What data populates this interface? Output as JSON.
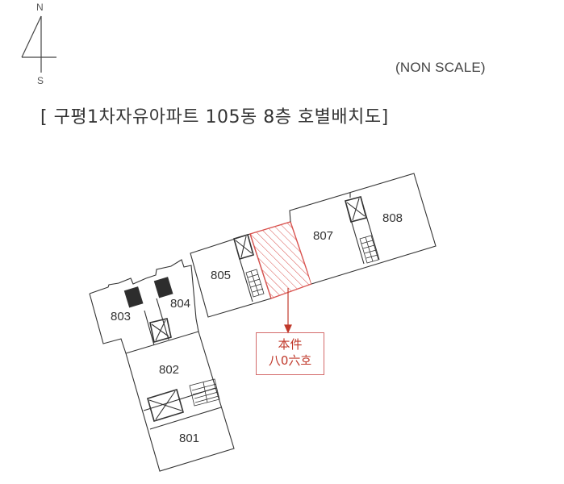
{
  "compass": {
    "north": "N",
    "south": "S"
  },
  "scale_note": "(NON SCALE)",
  "title": "[ 구평1차자유아파트 105동 8층 호별배치도]",
  "units": [
    {
      "id": "801",
      "label": "801"
    },
    {
      "id": "802",
      "label": "802"
    },
    {
      "id": "803",
      "label": "803"
    },
    {
      "id": "804",
      "label": "804"
    },
    {
      "id": "805",
      "label": "805"
    },
    {
      "id": "806",
      "label": "",
      "highlighted": true
    },
    {
      "id": "807",
      "label": "807"
    },
    {
      "id": "808",
      "label": "808"
    }
  ],
  "callout": {
    "line1": "本件",
    "line2": "八0六호"
  },
  "colors": {
    "highlight": "#d9534f",
    "line": "#333333",
    "text": "#333333"
  }
}
